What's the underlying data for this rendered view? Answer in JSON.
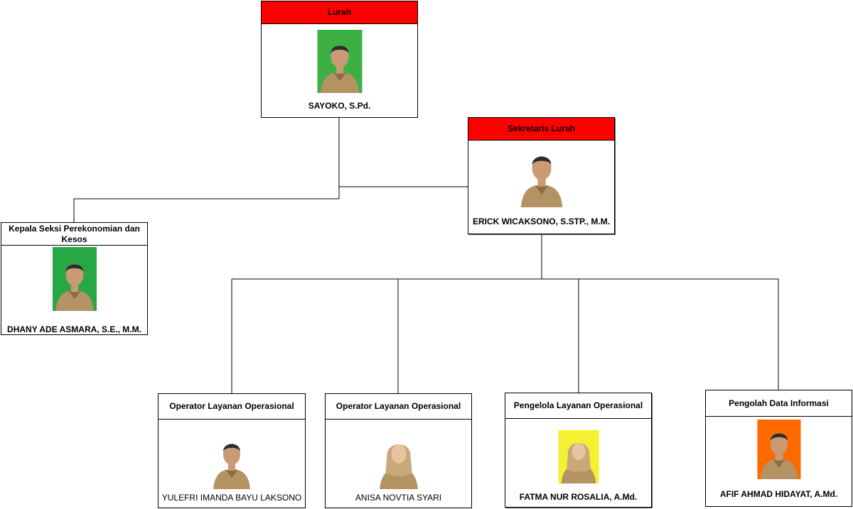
{
  "colors": {
    "header_red": "#ff0000",
    "connector": "#000000"
  },
  "cards": {
    "lurah": {
      "title": "Lurah",
      "name": "SAYOKO, S.Pd.",
      "photo_bg": "#3cb043",
      "icon": "person-photo"
    },
    "sekretaris": {
      "title": "Sekretaris Lurah",
      "name": "ERICK WICAKSONO, S.STP., M.M.",
      "photo_bg": "#ffffff",
      "icon": "person-photo"
    },
    "kasi": {
      "title": "Kepala Seksi Perekonomian dan Kesos",
      "name": "DHANY ADE ASMARA, S.E., M.M.",
      "photo_bg": "#27a844",
      "icon": "person-photo"
    },
    "op1": {
      "title": "Operator Layanan Operasional",
      "name": "YULEFRI IMANDA BAYU LAKSONO",
      "photo_bg": "#ffffff",
      "icon": "person-photo"
    },
    "op2": {
      "title": "Operator Layanan Operasional",
      "name": "ANISA NOVTIA SYARI",
      "photo_bg": "#ffffff",
      "icon": "person-photo-hijab"
    },
    "pengelola": {
      "title": "Pengelola Layanan Operasional",
      "name": "FATMA NUR ROSALIA, A.Md.",
      "photo_bg": "#f2f230",
      "icon": "person-photo-hijab"
    },
    "pengolah": {
      "title": "Pengolah Data Informasi",
      "name": "AFIF AHMAD HIDAYAT, A.Md.",
      "photo_bg": "#ff6a00",
      "icon": "person-photo"
    }
  }
}
